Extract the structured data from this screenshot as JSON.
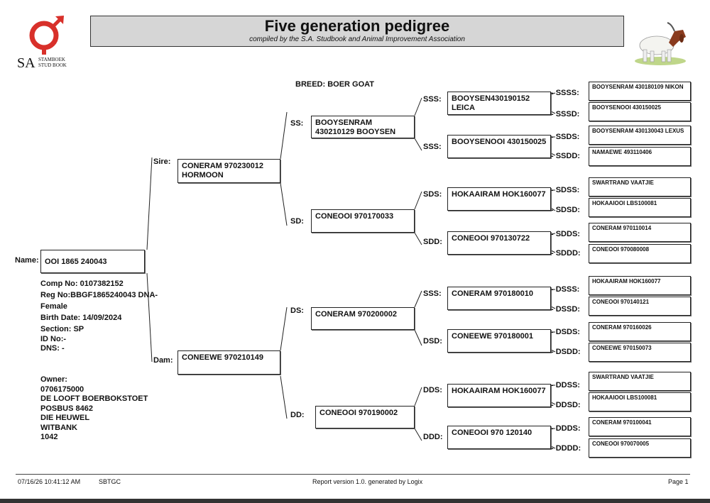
{
  "header": {
    "logo_letters": "SA",
    "logo_text_1": "STAMBOEK",
    "logo_text_2": "STUD BOOK",
    "title": "Five generation pedigree",
    "subtitle": "compiled by the S.A. Studbook and Animal Improvement Association"
  },
  "breed": "BREED: BOER GOAT",
  "animal": {
    "name_label": "Name:",
    "name": "OOI 1865 240043",
    "comp_no": "Comp No: 0107382152",
    "reg_no": "Reg No:BBGF1865240043 DNA-",
    "sex": "Female",
    "birth_date": "Birth Date: 14/09/2024",
    "section": "Section: SP",
    "id_no": "ID No:-",
    "dns": "DNS: -"
  },
  "owner": {
    "label": "Owner:",
    "lines": [
      "0706175000",
      "DE LOOFT BOERBOKSTOET",
      "POSBUS 8462",
      "DIE HEUWEL",
      "WITBANK",
      "1042"
    ]
  },
  "gen1": {
    "sire": {
      "label": "Sire:",
      "name": "CONERAM 970230012 HORMOON"
    },
    "dam": {
      "label": "Dam:",
      "name": "CONEEWE 970210149"
    }
  },
  "gen2": [
    {
      "label": "SS:",
      "name": "BOOYSENRAM 430210129 BOOYSEN"
    },
    {
      "label": "SD:",
      "name": "CONEOOI 970170033"
    },
    {
      "label": "DS:",
      "name": "CONERAM 970200002"
    },
    {
      "label": "DD:",
      "name": "CONEOOI 970190002"
    }
  ],
  "gen3": [
    {
      "label": "SSS:",
      "name": "BOOYSEN430190152 LEICA"
    },
    {
      "label": "SSS:",
      "name": "BOOYSENOOI 430150025"
    },
    {
      "label": "SDS:",
      "name": "HOKAAIRAM HOK160077"
    },
    {
      "label": "SDD:",
      "name": "CONEOOI 970130722"
    },
    {
      "label": "SSS:",
      "name": "CONERAM 970180010"
    },
    {
      "label": "DSD:",
      "name": "CONEEWE 970180001"
    },
    {
      "label": "DDS:",
      "name": "HOKAAIRAM HOK160077"
    },
    {
      "label": "DDD:",
      "name": "CONEOOI 970 120140"
    }
  ],
  "gen4": [
    {
      "label": "- SSSS:",
      "name": "BOOYSENRAM 430180109 NIKON"
    },
    {
      "label": "- SSSD:",
      "name": "BOOYSENOOI 430150025"
    },
    {
      "label": "- SSDS:",
      "name": "BOOYSENRAM 430130043 LEXUS"
    },
    {
      "label": "- SSDD:",
      "name": "NAMAEWE 493110406"
    },
    {
      "label": "- SDSS:",
      "name": "SWARTRAND VAATJIE"
    },
    {
      "label": "- SDSD:",
      "name": "HOKAAIOOI LBS100081"
    },
    {
      "label": "- SDDS:",
      "name": "CONERAM 970110014"
    },
    {
      "label": "- SDDD:",
      "name": "CONEOOI 970080008"
    },
    {
      "label": "- DSSS:",
      "name": "HOKAAIRAM HOK160077"
    },
    {
      "label": "- DSSD:",
      "name": "CONEOOI 970140121"
    },
    {
      "label": "- DSDS:",
      "name": "CONERAM 970160026"
    },
    {
      "label": "- DSDD:",
      "name": "CONEEWE 970150073"
    },
    {
      "label": "- DDSS:",
      "name": "SWARTRAND VAATJIE"
    },
    {
      "label": "- DDSD:",
      "name": "HOKAAIOOI LBS100081"
    },
    {
      "label": "- DDDS:",
      "name": "CONERAM 970100041"
    },
    {
      "label": "- DDDD:",
      "name": "CONEOOI 970070005"
    }
  ],
  "footer": {
    "datetime": "07/16/26 10:41:12 AM",
    "code": "SBTGC",
    "report": "Report version 1.0. generated by Logix",
    "page": "Page 1"
  },
  "colors": {
    "logo_red": "#d8302a",
    "title_bar": "#d6d6d6"
  },
  "icons": {
    "goat": "goat-image",
    "logo": "sa-studbook-logo"
  }
}
